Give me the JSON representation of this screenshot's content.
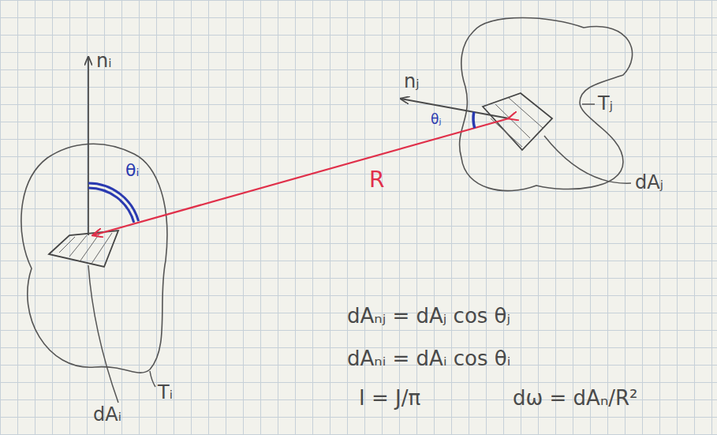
{
  "diagram": {
    "labels": [
      "nᵢ",
      "θᵢ",
      "R",
      "nⱼ",
      "θⱼ",
      "Tⱼ",
      "dAⱼ",
      "Tᵢ",
      "dAᵢ",
      "dAₙⱼ = dAⱼ cos θⱼ",
      "dAₙᵢ = dAᵢ cos θᵢ",
      "I = J/π",
      "dω = dAₙ/R²"
    ]
  }
}
